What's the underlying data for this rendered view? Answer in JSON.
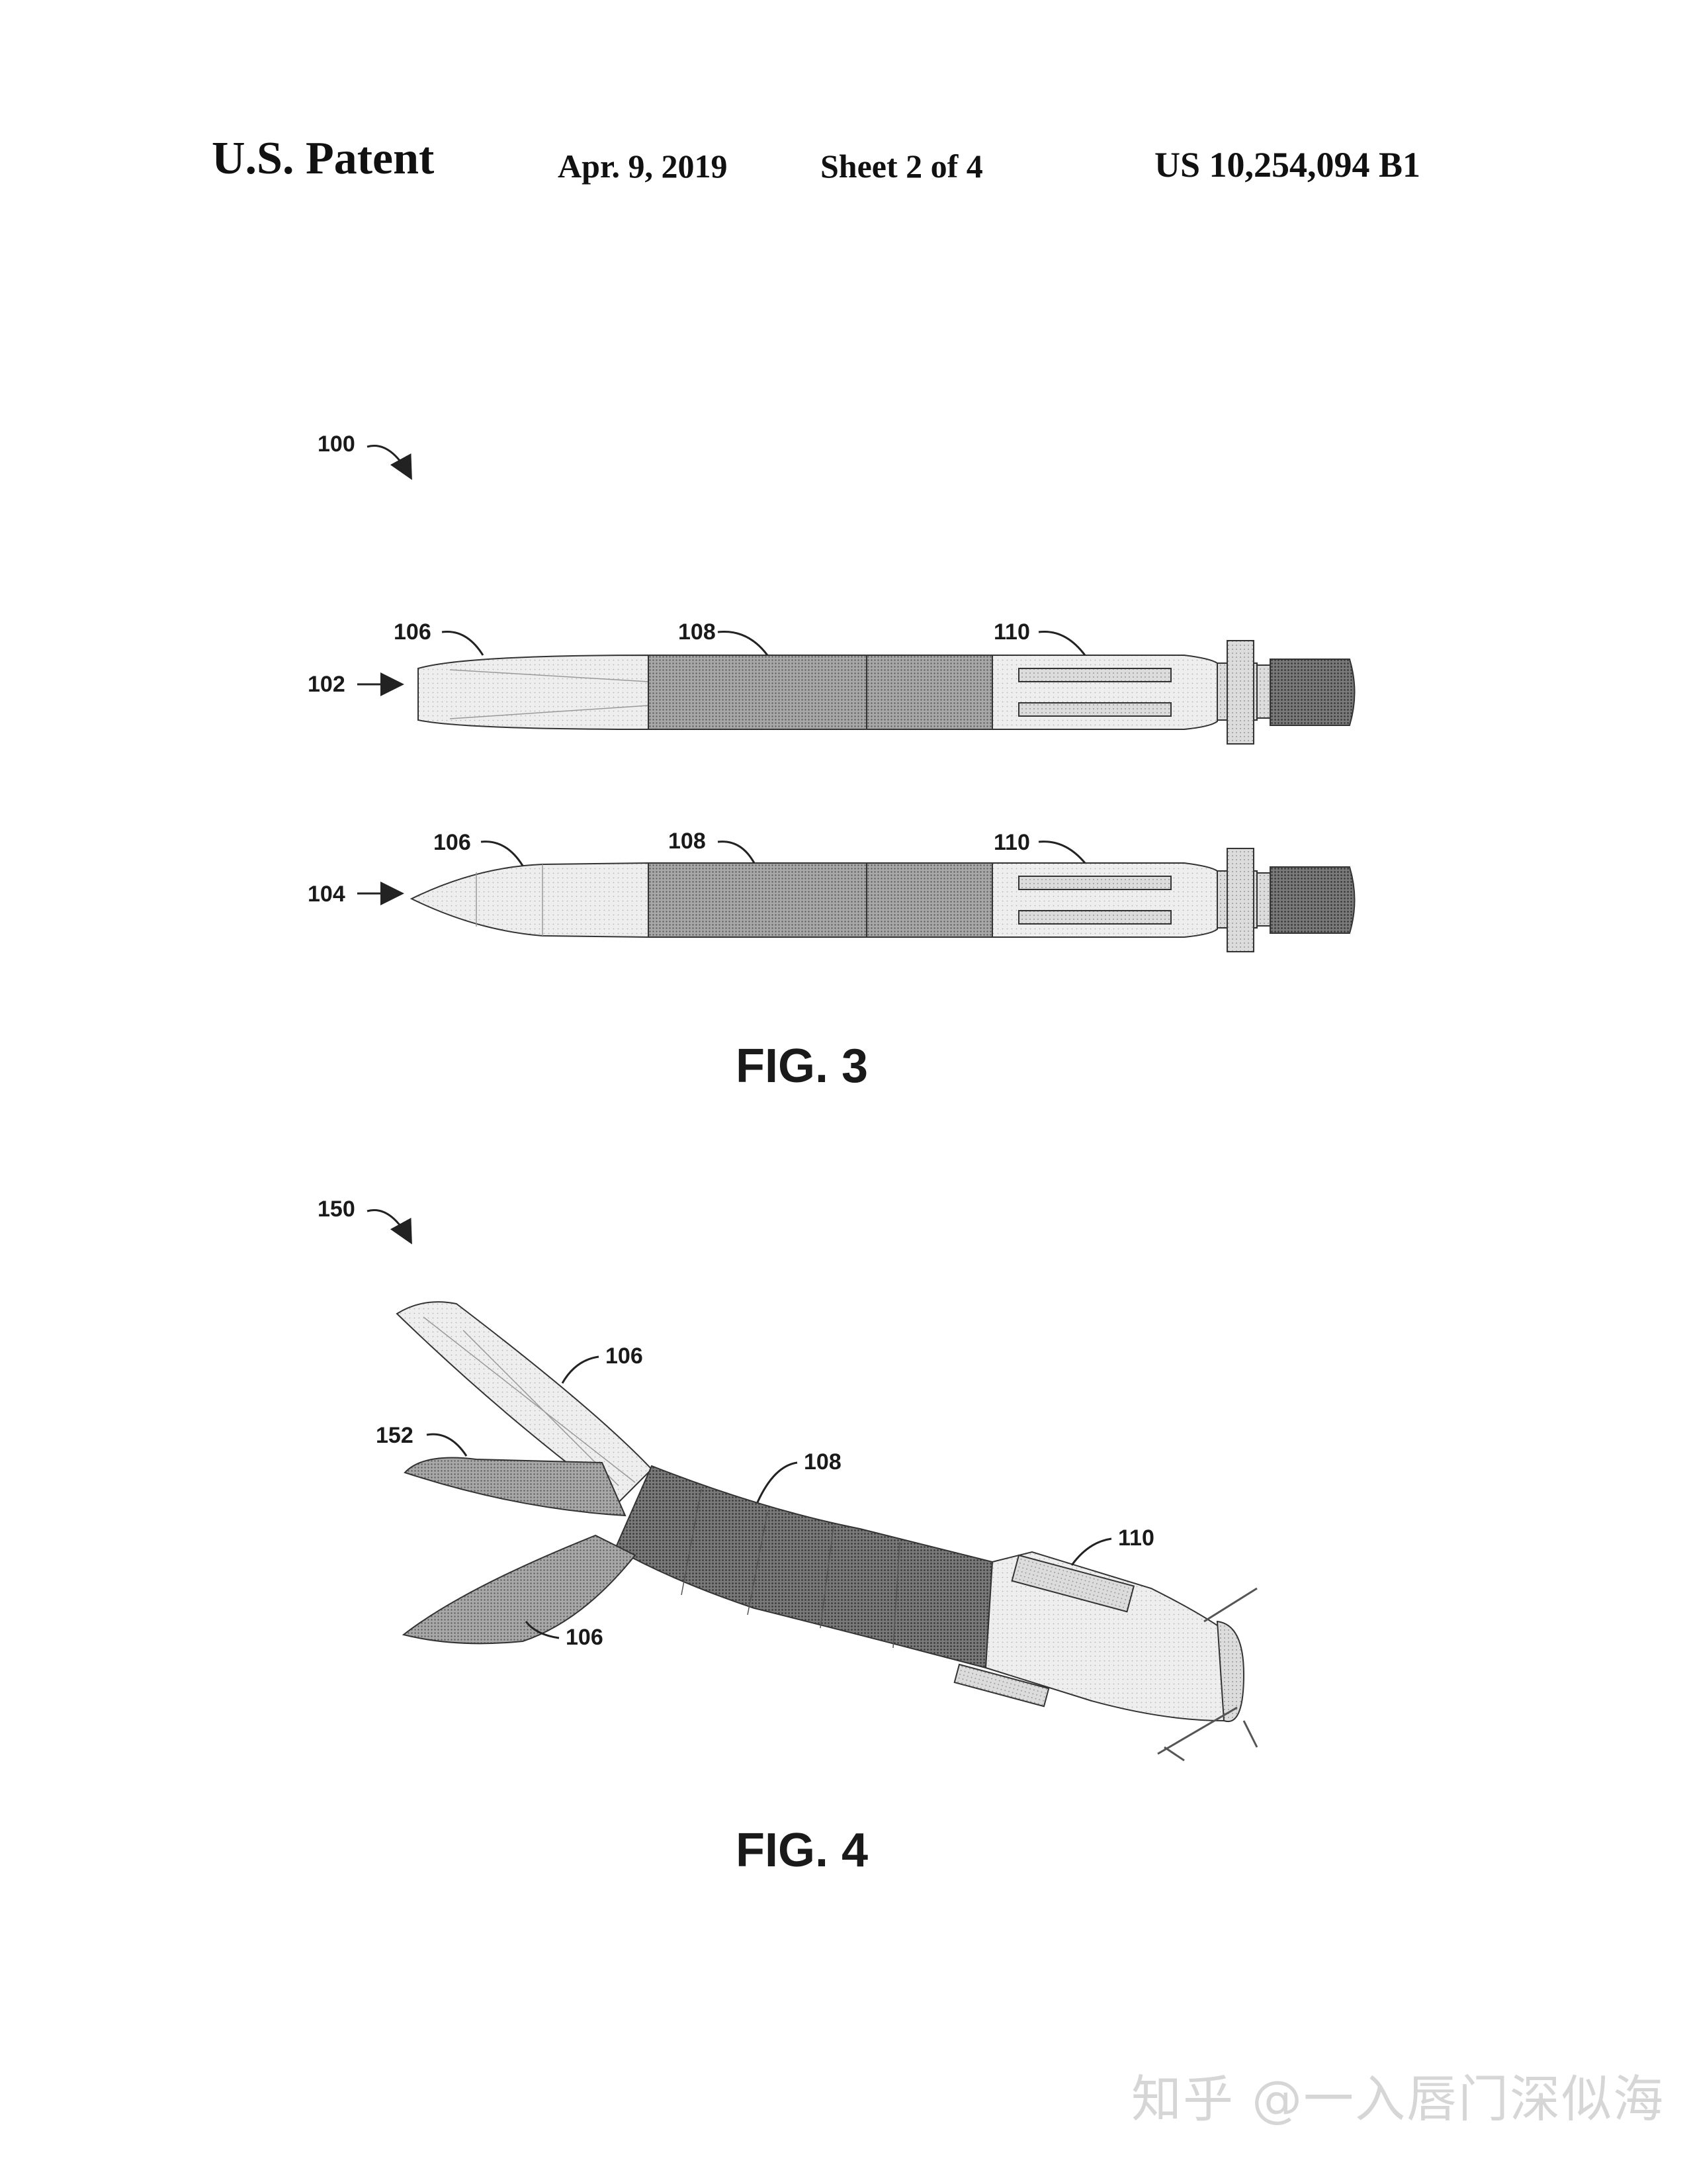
{
  "header": {
    "title": "U.S. Patent",
    "date": "Apr. 9, 2019",
    "sheet": "Sheet 2 of 4",
    "patent_number": "US 10,254,094 B1"
  },
  "fig3": {
    "caption": "FIG. 3",
    "ref_100": "100",
    "ref_102": "102",
    "ref_104": "104",
    "ref_106a": "106",
    "ref_106b": "106",
    "ref_108a": "108",
    "ref_108b": "108",
    "ref_110a": "110",
    "ref_110b": "110"
  },
  "fig4": {
    "caption": "FIG. 4",
    "ref_150": "150",
    "ref_152": "152",
    "ref_106a": "106",
    "ref_106b": "106",
    "ref_108": "108",
    "ref_110": "110"
  },
  "watermark": "知乎 @一入唇门深似海"
}
